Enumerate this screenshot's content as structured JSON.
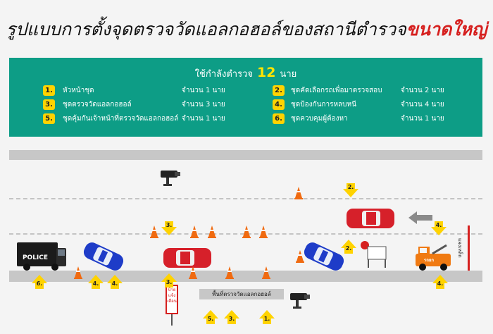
{
  "title": {
    "main": "รูปแบบการตั้งจุดตรวจวัดแอลกอฮอล์ของสถานีตำรวจ",
    "highlight": "ขนาดใหญ่"
  },
  "summary": {
    "prefix": "ใช้กำลังตำรวจ",
    "count": "12",
    "suffix": "นาย"
  },
  "teams": [
    {
      "num": "1.",
      "name": "หัวหน้าชุด",
      "qty": "จำนวน 1 นาย"
    },
    {
      "num": "2.",
      "name": "ชุดคัดเลือกรถเพื่อมาตรวจสอบ",
      "qty": "จำนวน 2 นาย"
    },
    {
      "num": "3.",
      "name": "ชุดตรวจวัดแอลกอฮอล์",
      "qty": "จำนวน 3 นาย"
    },
    {
      "num": "4.",
      "name": "ชุดป้องกันการหลบหนี",
      "qty": "จำนวน 4 นาย"
    },
    {
      "num": "5.",
      "name": "ชุดคุ้มกันเจ้าหน้าที่ตรวจวัดแอลกอฮอล์",
      "qty": "จำนวน 1 นาย"
    },
    {
      "num": "6.",
      "name": "ชุดควบคุมผู้ต้องหา",
      "qty": "จำนวน 1 นาย"
    }
  ],
  "scene": {
    "zone_label": "พื้นที่ตรวจวัดแอลกอฮอล์",
    "barrier_label": "แผงเหล็ก",
    "police_label": "POLICE",
    "sign_label": "ป้าย แจ้ง เตือน",
    "tow_label": "รถยก",
    "markers": [
      "2.",
      "3.",
      "4.",
      "2.",
      "3.",
      "6.",
      "4.",
      "4.",
      "3.",
      "5.",
      "3.",
      "1.",
      "4."
    ]
  },
  "colors": {
    "panel": "#0d9d86",
    "badge": "#ffd300",
    "accent": "#d6201f",
    "road": "#c7c7c7"
  }
}
